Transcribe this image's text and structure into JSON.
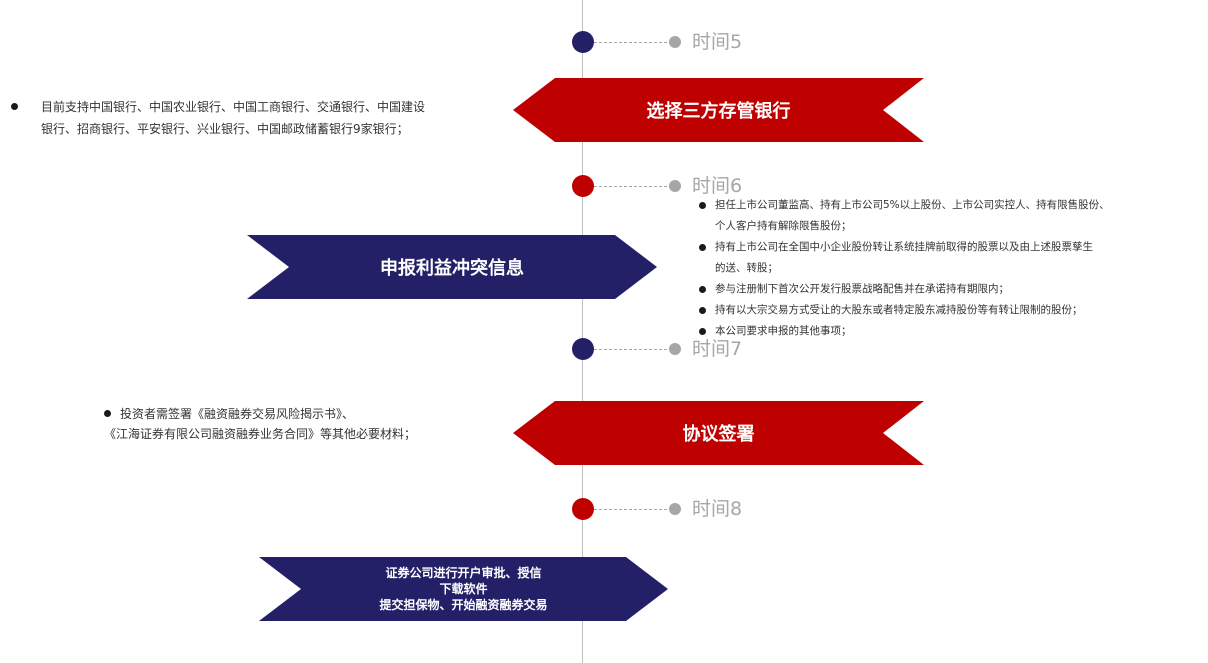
{
  "milestones": [
    {
      "time_label": "时间5"
    },
    {
      "time_label": "时间6"
    },
    {
      "time_label": "时间7"
    },
    {
      "time_label": "时间8"
    }
  ],
  "banners": [
    {
      "title": "选择三方存管银行"
    },
    {
      "title": "申报利益冲突信息"
    },
    {
      "title": "协议签署"
    },
    {
      "lines": [
        "证券公司进行开户审批、授信",
        "下载软件",
        "提交担保物、开始融资融券交易"
      ]
    }
  ],
  "notes": {
    "bank": {
      "lines": [
        "目前支持中国银行、中国农业银行、中国工商银行、交通银行、中国建设",
        "银行、招商银行、平安银行、兴业银行、中国邮政储蓄银行9家银行；"
      ]
    },
    "conflict": {
      "items": [
        {
          "lines": [
            "担任上市公司董监高、持有上市公司5%以上股份、上市公司实控人、持有限售股份、",
            "个人客户持有解除限售股份；"
          ]
        },
        {
          "lines": [
            "持有上市公司在全国中小企业股份转让系统挂牌前取得的股票以及由上述股票孳生",
            "的送、转股；"
          ]
        },
        {
          "lines": [
            "参与注册制下首次公开发行股票战略配售并在承诺持有期限内；"
          ]
        },
        {
          "lines": [
            "持有以大宗交易方式受让的大股东或者特定股东减持股份等有转让限制的股份；"
          ]
        },
        {
          "lines": [
            "本公司要求申报的其他事项；"
          ]
        }
      ]
    },
    "agreement": {
      "lines": [
        "投资者需签署《融资融券交易风险揭示书》、",
        "《江海证券有限公司融资融券业务合同》等其他必要材料；"
      ]
    }
  },
  "colors": {
    "navy": "#232068",
    "red": "#bf0000",
    "gray": "#a6a6a6",
    "axis": "#bfbfbf"
  }
}
